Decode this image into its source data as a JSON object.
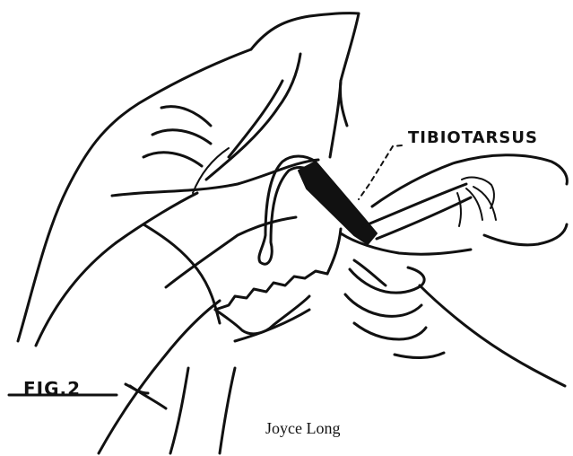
{
  "annotation": {
    "label": "TIBIOTARSUS"
  },
  "figure": {
    "label": "FIG.2"
  },
  "credit": {
    "artist": "Joyce Long"
  }
}
